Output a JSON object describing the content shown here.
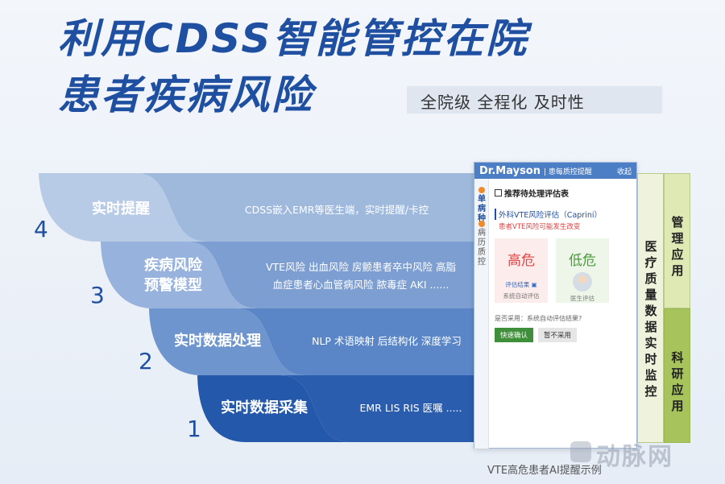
{
  "header": {
    "title_line1": "利用CDSS智能管控在院",
    "title_line2": "患者疾病风险",
    "tagline": "全院级 全程化 及时性"
  },
  "layers": [
    {
      "number": "4",
      "label": "实时提醒",
      "desc": "CDSS嵌入EMR等医生端，实时提醒/卡控"
    },
    {
      "number": "3",
      "label_l1": "疾病风险",
      "label_l2": "预警模型",
      "desc_l1": "VTE风险 出血风险 房颤患者卒中风险 高脂",
      "desc_l2": "血症患者心血管病风险 脓毒症   AKI ......"
    },
    {
      "number": "2",
      "label": "实时数据处理",
      "desc": "NLP 术语映射 后结构化 深度学习"
    },
    {
      "number": "1",
      "label": "实时数据采集",
      "desc": "EMR LIS RIS 医嘱 ....."
    }
  ],
  "panel": {
    "logo": "Dr.Mayson",
    "subtitle": "| 患每质控提醒",
    "close": "收起",
    "tab1": "单\n病\n种",
    "tab2": "病\n历\n质\n控",
    "card_title": "推荐待处理评估表",
    "ref": "外科VTE风险评估（Caprini）",
    "warn": "患者VTE风险可能发生改变",
    "high_label": "高危",
    "high_link": "评估结果",
    "high_note": "系统自动评估",
    "low_label": "低危",
    "low_note": "医生评估",
    "question": "是否采用：系统自动评估结果?",
    "confirm": "快速确认",
    "reject": "暂不采用"
  },
  "columns": {
    "monitor": "医疗质量数据实时监控",
    "manage": "管理应用",
    "research": "科研应用"
  },
  "caption": "VTE高危患者AI提醒示例",
  "watermark": "动脉网"
}
